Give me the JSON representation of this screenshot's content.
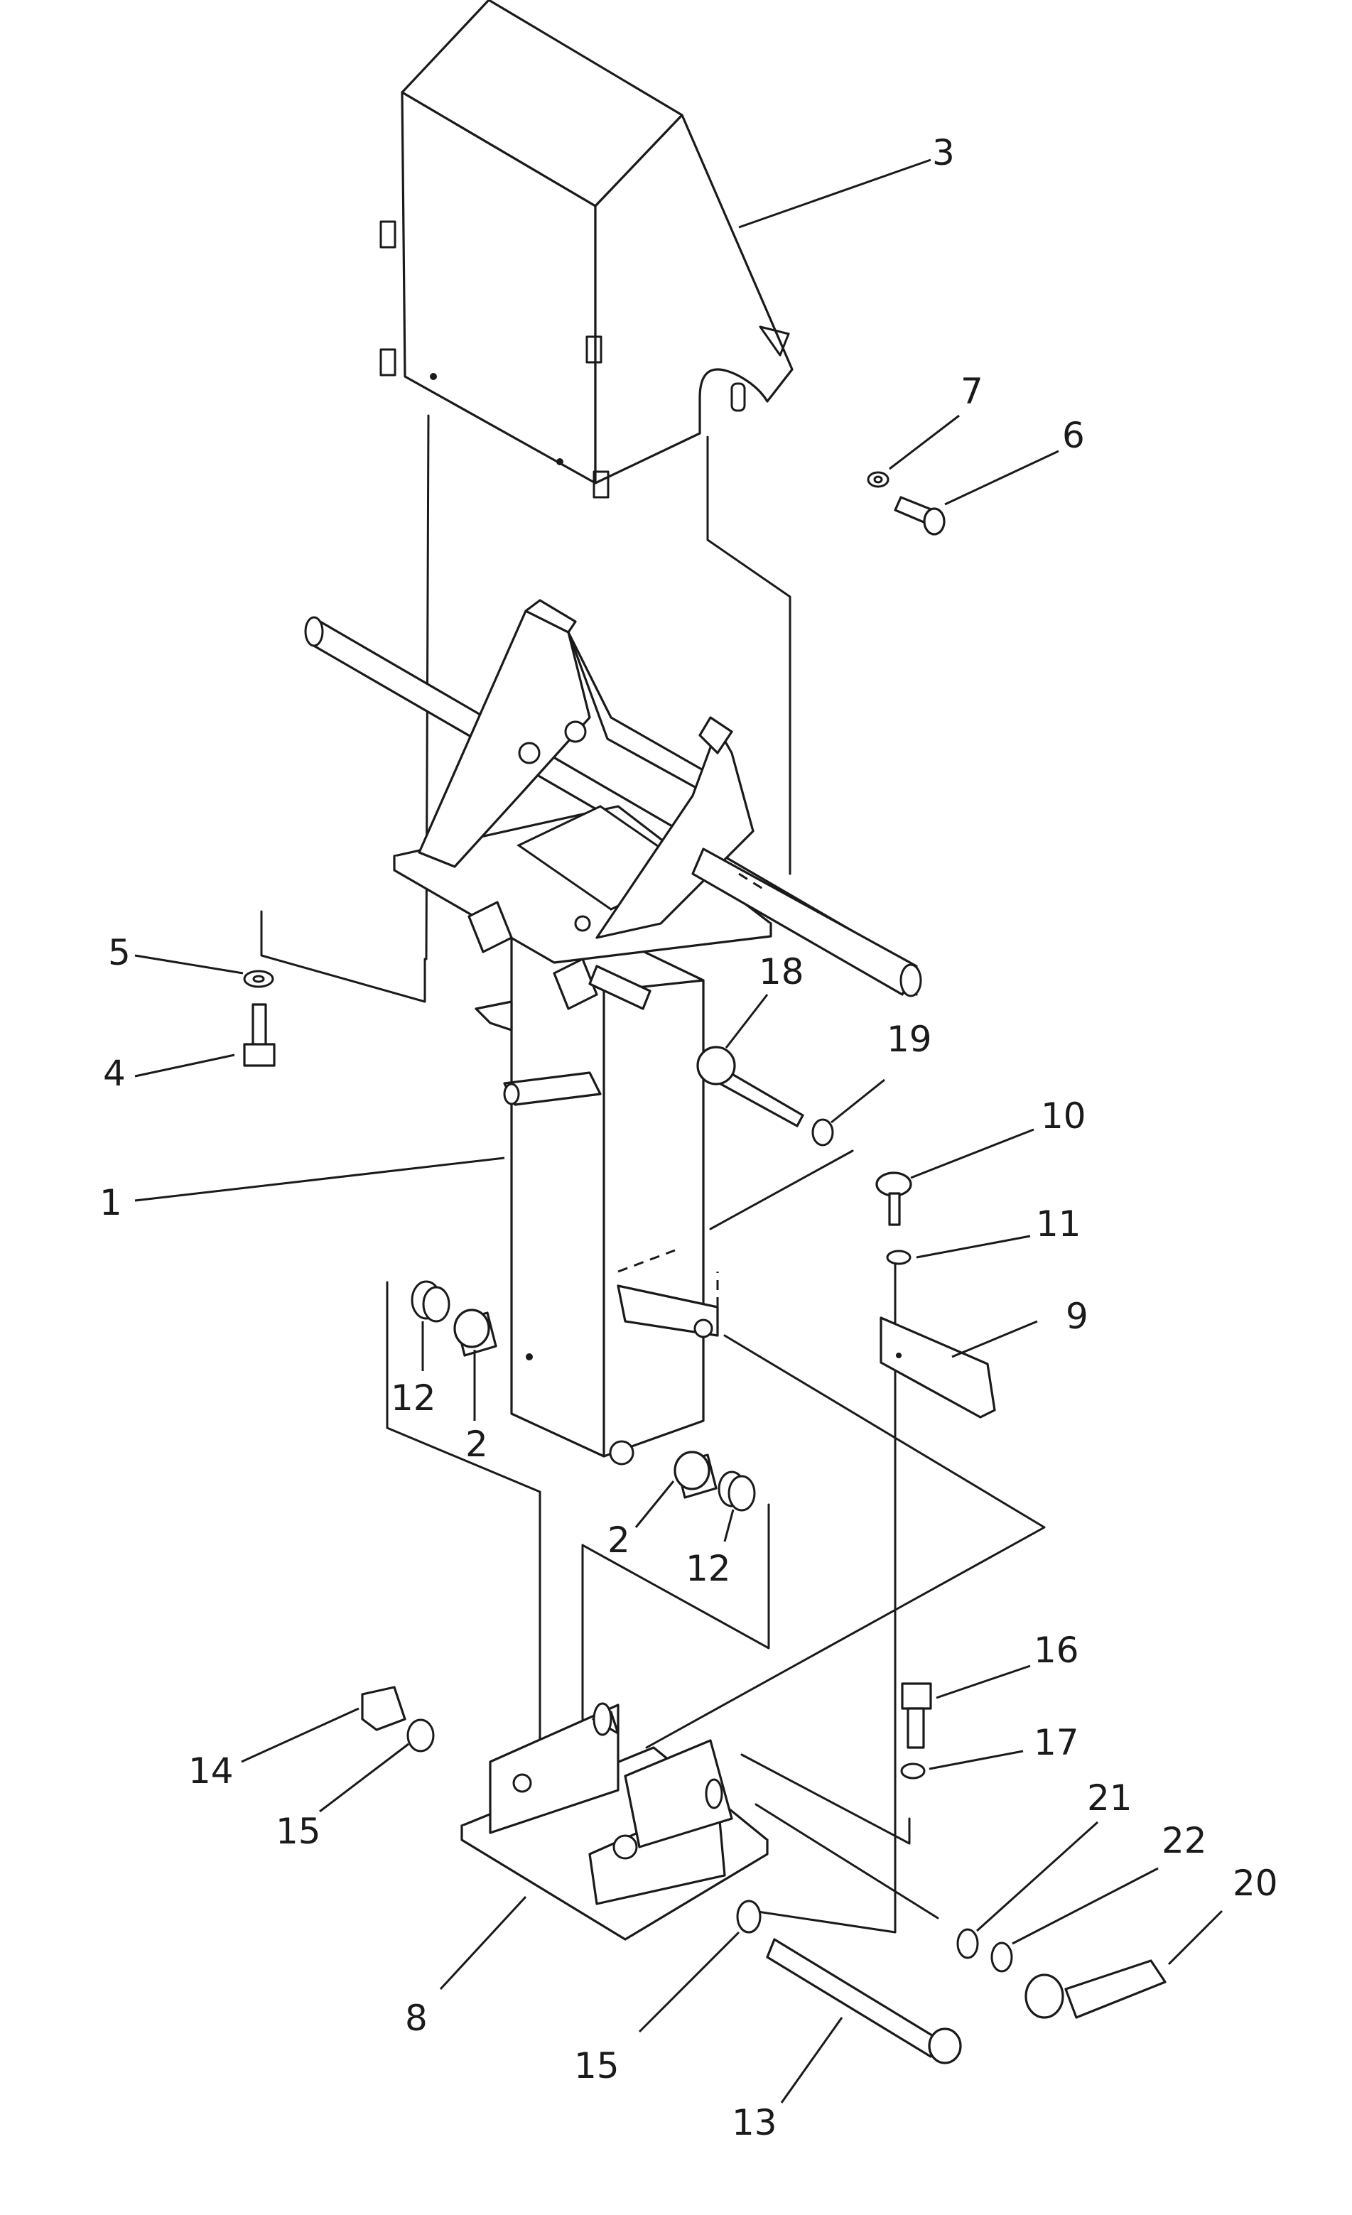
{
  "diagram": {
    "type": "exploded-parts-view",
    "callouts": [
      {
        "id": "c3",
        "label": "3"
      },
      {
        "id": "c7",
        "label": "7"
      },
      {
        "id": "c6",
        "label": "6"
      },
      {
        "id": "c5",
        "label": "5"
      },
      {
        "id": "c4",
        "label": "4"
      },
      {
        "id": "c18",
        "label": "18"
      },
      {
        "id": "c19",
        "label": "19"
      },
      {
        "id": "c10",
        "label": "10"
      },
      {
        "id": "c1",
        "label": "1"
      },
      {
        "id": "c11",
        "label": "11"
      },
      {
        "id": "c9",
        "label": "9"
      },
      {
        "id": "c12a",
        "label": "12"
      },
      {
        "id": "c2a",
        "label": "2"
      },
      {
        "id": "c2b",
        "label": "2"
      },
      {
        "id": "c12b",
        "label": "12"
      },
      {
        "id": "c16",
        "label": "16"
      },
      {
        "id": "c17",
        "label": "17"
      },
      {
        "id": "c14",
        "label": "14"
      },
      {
        "id": "c15a",
        "label": "15"
      },
      {
        "id": "c21",
        "label": "21"
      },
      {
        "id": "c22",
        "label": "22"
      },
      {
        "id": "c20",
        "label": "20"
      },
      {
        "id": "c8",
        "label": "8"
      },
      {
        "id": "c15b",
        "label": "15"
      },
      {
        "id": "c13",
        "label": "13"
      }
    ]
  }
}
